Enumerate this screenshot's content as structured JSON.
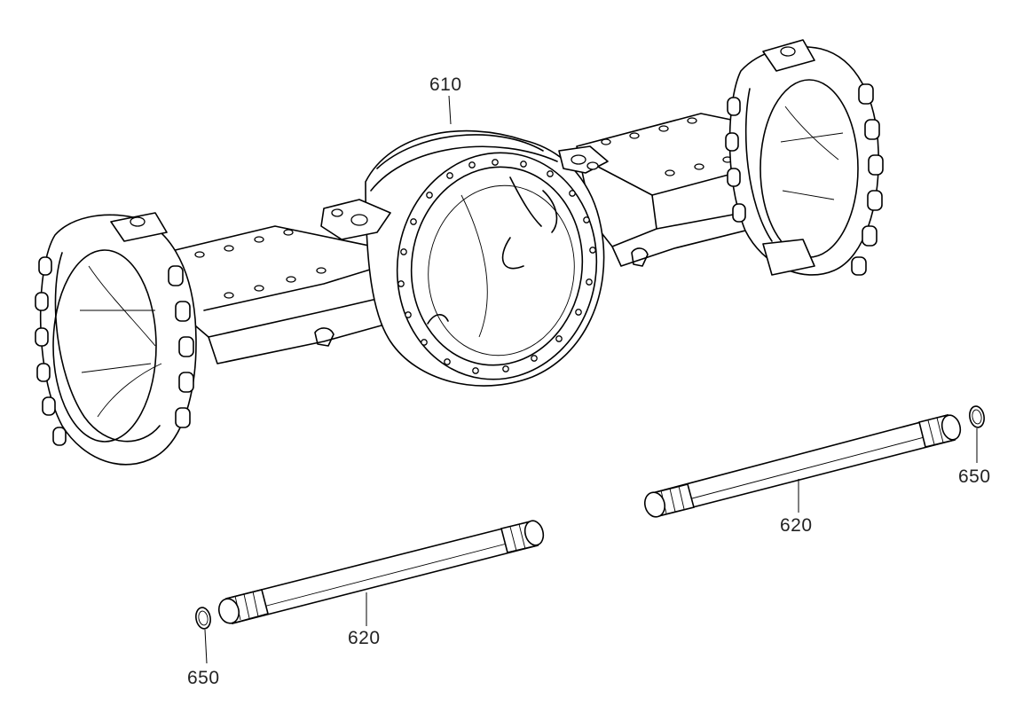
{
  "callouts": {
    "housing": "610",
    "shaft_right": "620",
    "shaft_left": "620",
    "ring_right": "650",
    "ring_left": "650"
  },
  "colors": {
    "line": "#000000",
    "background": "#ffffff",
    "label": "#222222"
  }
}
